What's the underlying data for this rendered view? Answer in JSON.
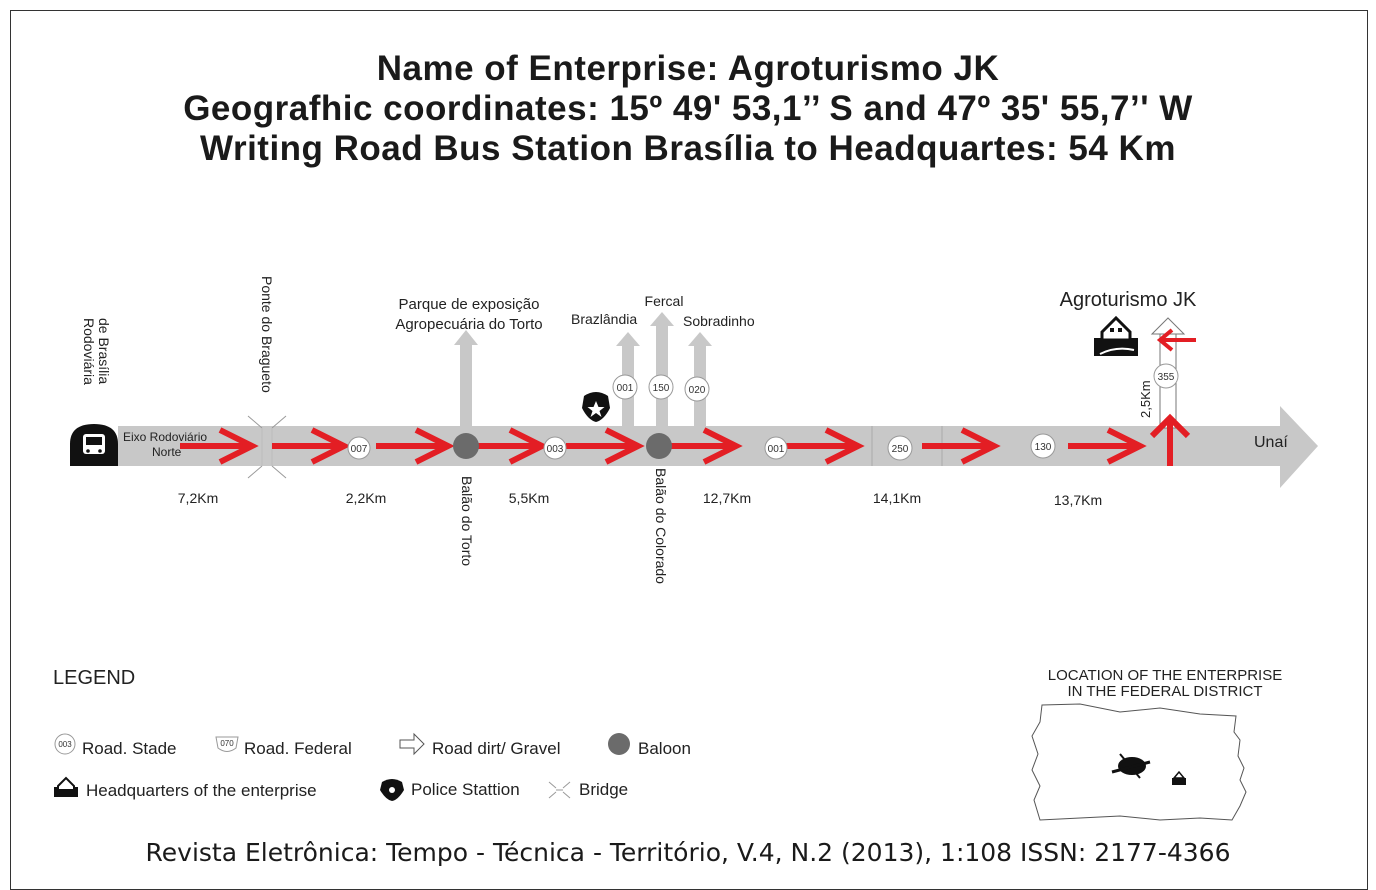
{
  "title": {
    "line1": "Name of Enterprise: Agroturismo JK",
    "line2": "Geografhic coordinates: 15º 49' 53,1’’ S and 47º 35' 55,7’' W",
    "line3": "Writing Road Bus Station Brasília to Headquartes: 54 Km"
  },
  "route": {
    "start_station_line1": "Rodoviária",
    "start_station_line2": "de Brasília",
    "start_road_line1": "Eixo Rodoviário",
    "start_road_line2": "Norte",
    "bridge_label": "Ponte do Bragueto",
    "expo_line1": "Parque de exposição",
    "expo_line2": "Agropecuária do Torto",
    "balao_torto": "Balão do Torto",
    "balao_colorado": "Balão do Colorado",
    "fercal": "Fercal",
    "brazlandia": "Brazlândia",
    "sobradinho": "Sobradinho",
    "destination": "Agroturismo JK",
    "unai": "Unaí",
    "last_leg": "2,5Km",
    "distances": [
      "7,2Km",
      "2,2Km",
      "5,5Km",
      "12,7Km",
      "14,1Km",
      "13,7Km"
    ],
    "roads": {
      "r007": "007",
      "r003": "003",
      "r001_branch": "001",
      "r150": "150",
      "r020": "020",
      "r001_main": "001",
      "r250": "250",
      "r130": "130",
      "r355": "355"
    },
    "colors": {
      "route_arrow": "#e31e24",
      "road": "#c8c8c8",
      "balloon": "#6b6b6b"
    }
  },
  "legend": {
    "title": "LEGEND",
    "road_state_code": "003",
    "road_state": "Road. Stade",
    "road_federal_code": "070",
    "road_federal": "Road. Federal",
    "road_dirt": "Road dirt/ Gravel",
    "balloon": "Baloon",
    "headquarters": "Headquarters of the enterprise",
    "police": "Police Stattion",
    "bridge": "Bridge"
  },
  "inset": {
    "title_line1": "LOCATION OF THE ENTERPRISE",
    "title_line2": "IN THE FEDERAL DISTRICT"
  },
  "icons": {
    "bus": "bus-station-icon",
    "police": "police-badge-icon",
    "house": "headquarters-house-icon"
  },
  "citation": "Revista Eletrônica: Tempo - Técnica - Território, V.4, N.2 (2013), 1:108 ISSN: 2177-4366"
}
